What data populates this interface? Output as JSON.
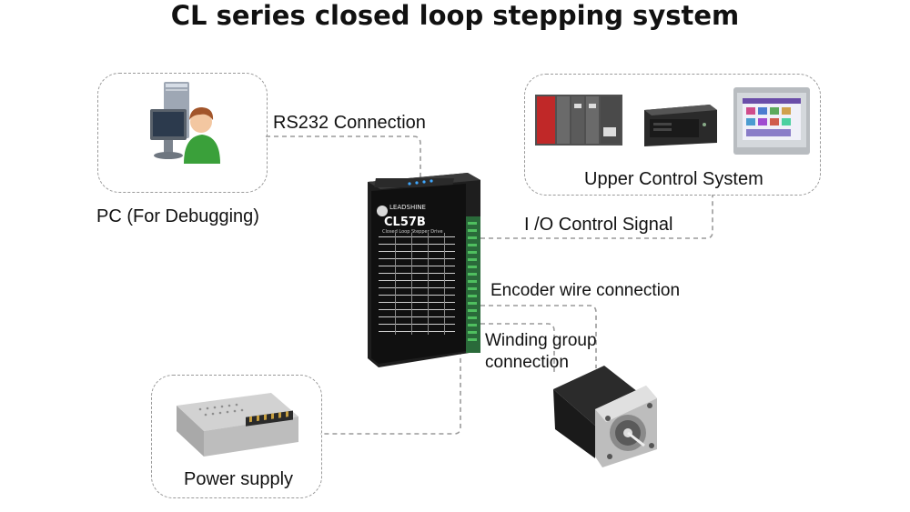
{
  "title": "CL series closed loop stepping system",
  "labels": {
    "rs232": "RS232 Connection",
    "pc": "PC (For Debugging)",
    "upper": "Upper Control System",
    "io": "I /O Control Signal",
    "encoder": "Encoder wire connection",
    "winding_1": "Winding group",
    "winding_2": "connection",
    "power": "Power supply"
  },
  "driver": {
    "brand": "LEADSHINE",
    "model": "CL57B",
    "subtitle": "Closed Loop Stepper Drive"
  }
}
